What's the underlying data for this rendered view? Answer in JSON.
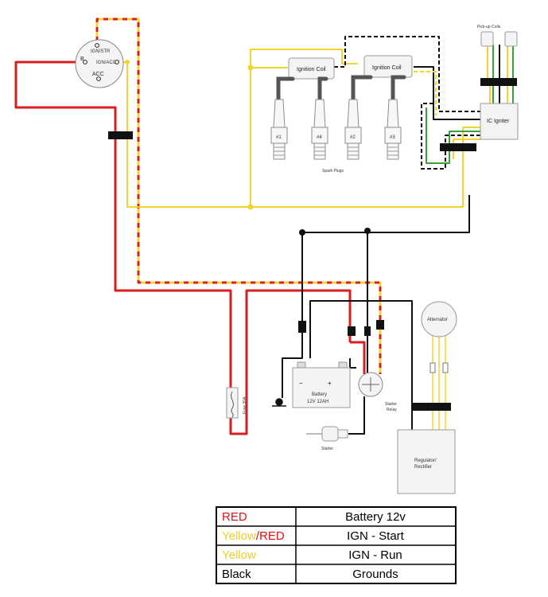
{
  "colors": {
    "red": "#d81e1e",
    "yellow": "#f2d42e",
    "black": "#111111",
    "green": "#3aa03a",
    "component_fill": "#f4f4f4"
  },
  "ignition_switch": {
    "ign_str": "IGN/STR",
    "ign_acc": "IGN/ACC",
    "acc": "ACC",
    "b": "B"
  },
  "coils": [
    "Ignition Coil",
    "Ignition Coil"
  ],
  "plugs": [
    "#1",
    "#4",
    "#2",
    "#3"
  ],
  "spark_plugs_caption": "Spark Plugs",
  "pickup_coils": "Pick-up Coils",
  "ic_igniter": "IC Igniter",
  "alternator": "Alternator",
  "regulator": [
    "Regulator/",
    "Rectifier"
  ],
  "battery": {
    "minus": "−",
    "plus": "+",
    "line1": "Battery",
    "line2": "12V 12AH"
  },
  "fuse": "Fuse 30A",
  "starter_relay": [
    "Starter",
    "Relay"
  ],
  "starter": "Starter",
  "legend": [
    {
      "key": "RED",
      "key_parts": [
        {
          "text": "RED",
          "color": "#e01010"
        }
      ],
      "value": "Battery 12v"
    },
    {
      "key": "Yellow/RED",
      "key_parts": [
        {
          "text": "Yellow",
          "color": "#f2cf1d"
        },
        {
          "text": "/RED",
          "color": "#e01010"
        }
      ],
      "value": "IGN - Start"
    },
    {
      "key": "Yellow",
      "key_parts": [
        {
          "text": "Yellow",
          "color": "#f2cf1d"
        }
      ],
      "value": "IGN - Run"
    },
    {
      "key": "Black",
      "key_parts": [
        {
          "text": "Black",
          "color": "#000000"
        }
      ],
      "value": "Grounds"
    }
  ]
}
